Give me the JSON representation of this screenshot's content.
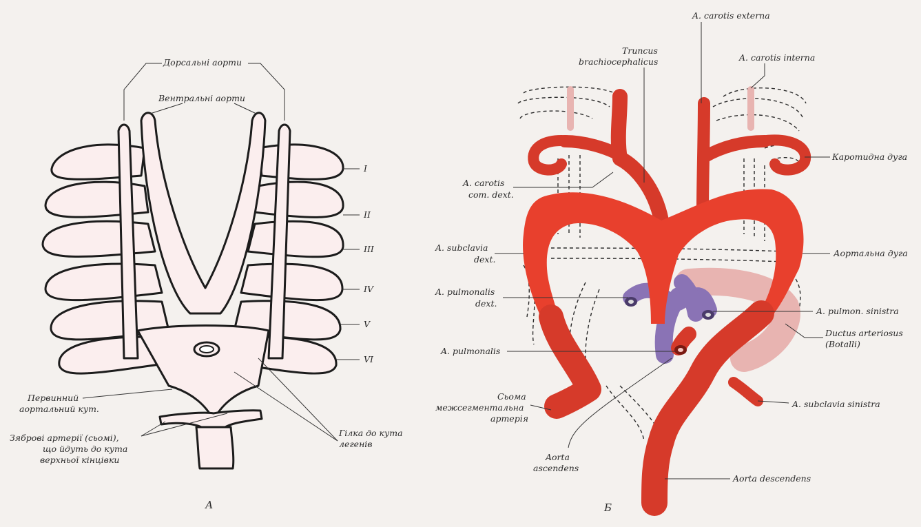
{
  "panel_a": {
    "letter": "А",
    "labels": {
      "dorsal_aortae": "Дорсальні аорти",
      "ventral_aortae": "Вентральні аорти",
      "arch_1": "I",
      "arch_2": "II",
      "arch_3": "III",
      "arch_4": "IV",
      "arch_5": "V",
      "arch_6": "VI",
      "primary_angle_l1": "Первинний",
      "primary_angle_l2": "аортальний кут.",
      "branchial_l1": "Зяброві артерії (сьомі),",
      "branchial_l2": "що йдуть до кута",
      "branchial_l3": "верхньої кінцівки",
      "lung_branch_l1": "Гілка до кута",
      "lung_branch_l2": "легенів"
    }
  },
  "panel_b": {
    "letter": "Б",
    "labels": {
      "carotis_externa": "A. carotis externa",
      "truncus_l1": "Truncus",
      "truncus_l2": "brachiocephalicus",
      "carotis_interna": "A. carotis interna",
      "carotid_arch": "Каротидна дуга",
      "carotis_com_l1": "A. carotis",
      "carotis_com_l2": "com. dext.",
      "subclavia_dext_l1": "A. subclavia",
      "subclavia_dext_l2": "dext.",
      "aortic_arch": "Аортальна дуга",
      "pulmonalis_dext_l1": "A. pulmonalis",
      "pulmonalis_dext_l2": "dext.",
      "pulmon_sinistra": "A. pulmon. sinistra",
      "ductus_l1": "Ductus arteriosus",
      "ductus_l2": "(Botalli)",
      "pulmonalis": "A. pulmonalis",
      "seventh_l1": "Сьома",
      "seventh_l2": "межсегментальна",
      "seventh_l3": "артерія",
      "subclavia_sinistra": "A. subclavia sinistra",
      "ascendens_l1": "Aorta",
      "ascendens_l2": "ascendens",
      "descendens": "Aorta descendens"
    }
  },
  "colors": {
    "aorta_red": "#e8402d",
    "pulmonary_purple": "#8a73b5",
    "ductus_pink": "#e8b4b1",
    "embryo_tint": "#fbeeee"
  }
}
